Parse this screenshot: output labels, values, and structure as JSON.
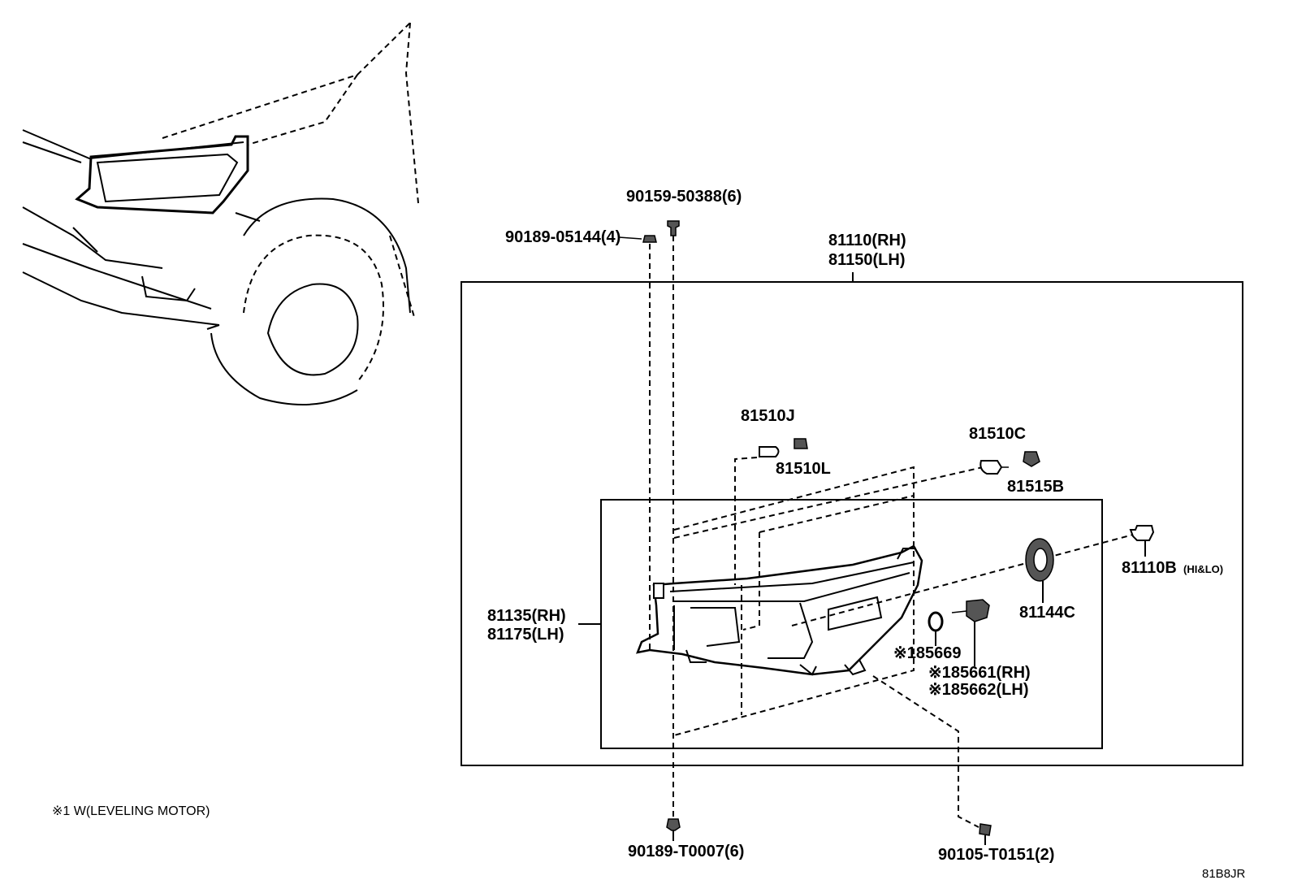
{
  "labels": {
    "screw_top": "90159-50388(6)",
    "clip_top": "90189-05144(4)",
    "assy_rh": "81110(RH)",
    "assy_lh": "81150(LH)",
    "bulb_j": "81510J",
    "socket_l": "81510L",
    "bulb_c": "81510C",
    "socket_b": "81515B",
    "unit_rh": "81135(RH)",
    "unit_lh": "81175(LH)",
    "bulb_hilo": "81110B",
    "bulb_hilo_suffix": "(HI&LO)",
    "cap": "81144C",
    "oring": "※185669",
    "motor_rh": "※185661(RH)",
    "motor_lh": "※185662(LH)",
    "clip_bottom": "90189-T0007(6)",
    "screw_bottom": "90105-T0151(2)"
  },
  "footnote": "※1 W(LEVELING MOTOR)",
  "diagram_code": "81B8JR"
}
